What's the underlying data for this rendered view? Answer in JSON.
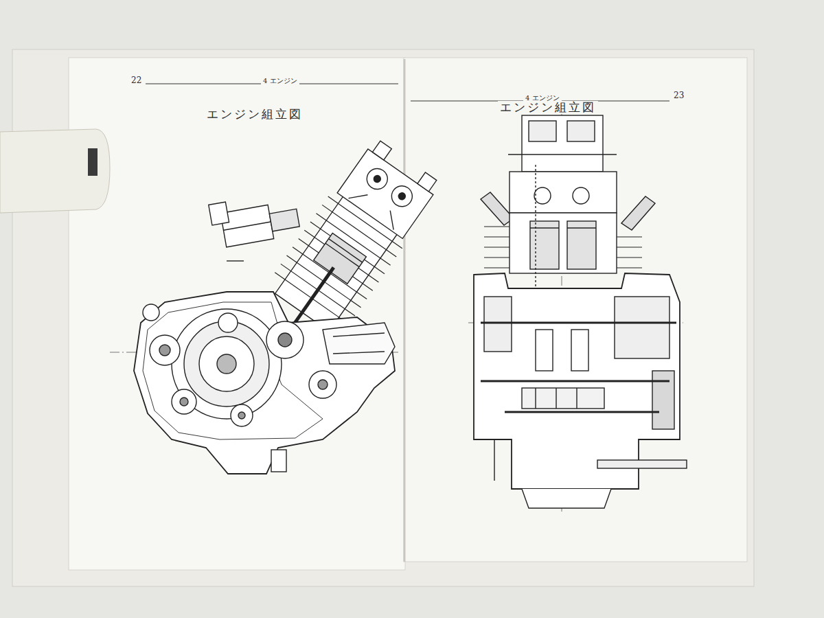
{
  "diagram": {
    "labels": [
      "22",
      "4 エンジン",
      "エンジン組立図",
      "4 エンジン",
      "23",
      "エンジン組立図"
    ]
  }
}
